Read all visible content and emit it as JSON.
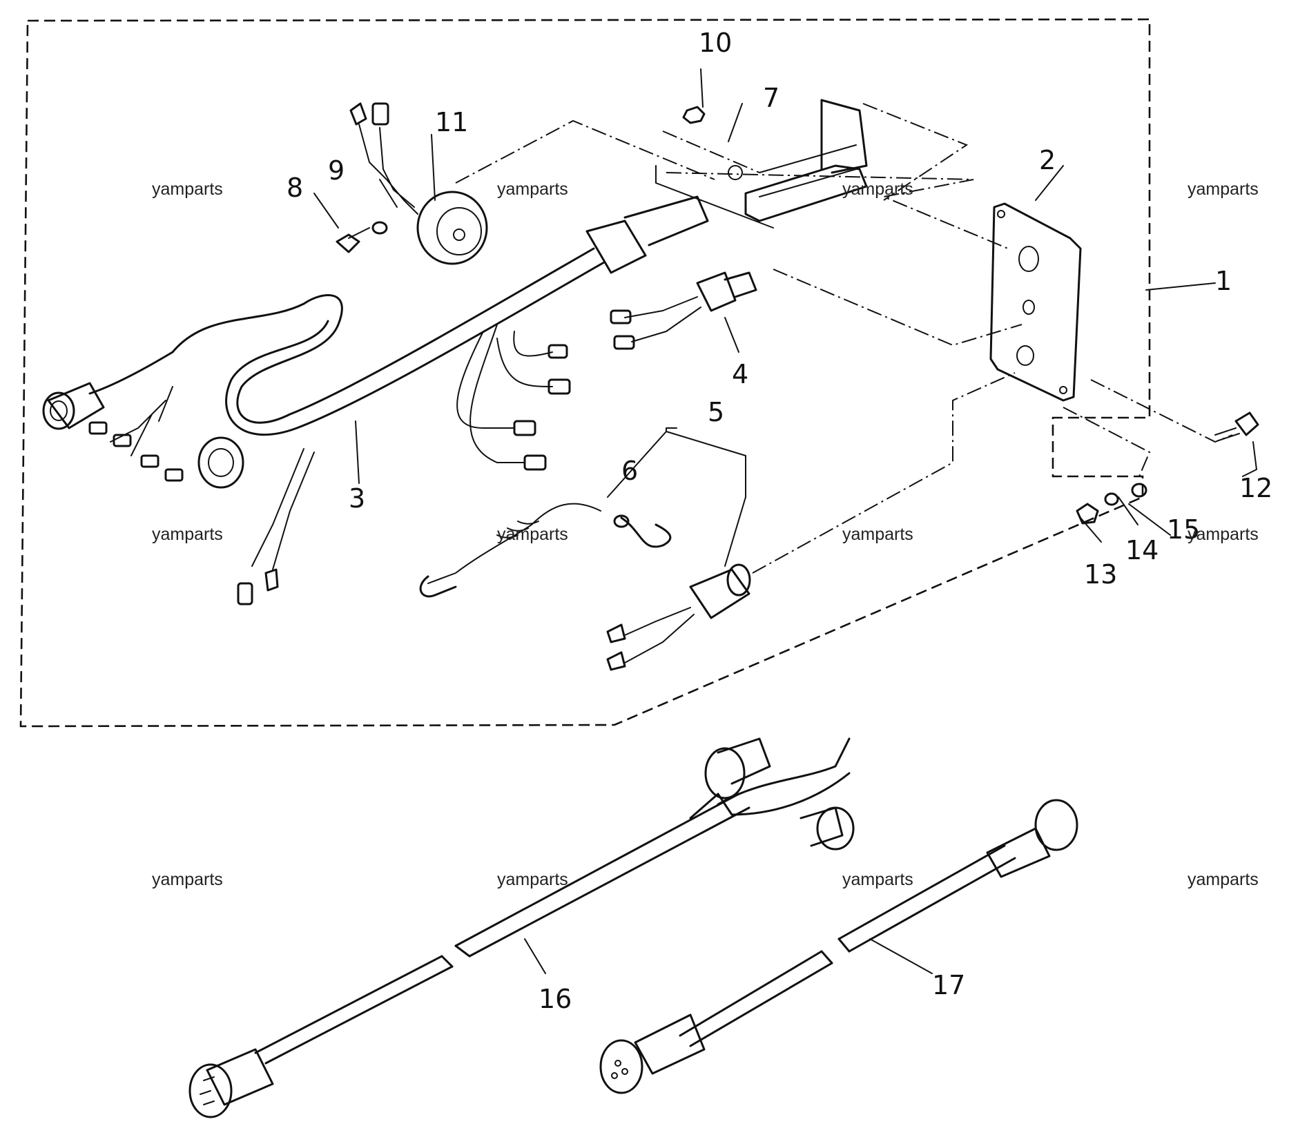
{
  "watermark": "yamparts",
  "callouts": {
    "p1": "1",
    "p2": "2",
    "p3": "3",
    "p4": "4",
    "p5": "5",
    "p6": "6",
    "p7": "7",
    "p8": "8",
    "p9": "9",
    "p10": "10",
    "p11": "11",
    "p12": "12",
    "p13": "13",
    "p14": "14",
    "p15": "15",
    "p16": "16",
    "p17": "17"
  }
}
